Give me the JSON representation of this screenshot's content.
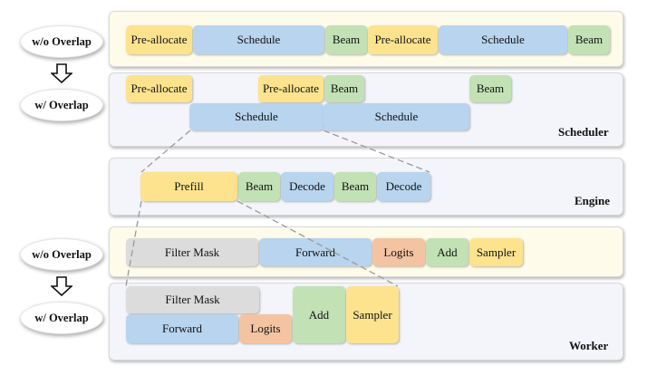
{
  "labels": {
    "without_overlap": "w/o Overlap",
    "with_overlap": "w/ Overlap",
    "scheduler": "Scheduler",
    "engine": "Engine",
    "worker": "Worker"
  },
  "scheduler_sequential": [
    "Pre-allocate",
    "Schedule",
    "Beam",
    "Pre-allocate",
    "Schedule",
    "Beam"
  ],
  "scheduler_overlap": {
    "pre_allocate_1": "Pre-allocate",
    "pre_allocate_2": "Pre-allocate",
    "beam_1": "Beam",
    "beam_2": "Beam",
    "schedule_1": "Schedule",
    "schedule_2": "Schedule"
  },
  "engine": [
    "Prefill",
    "Beam",
    "Decode",
    "Beam",
    "Decode"
  ],
  "worker_sequential": [
    "Filter Mask",
    "Forward",
    "Logits",
    "Add",
    "Sampler"
  ],
  "worker_overlap": {
    "filter_mask": "Filter Mask",
    "forward": "Forward",
    "logits": "Logits",
    "add": "Add",
    "sampler": "Sampler"
  },
  "colors": {
    "pre_allocate": "#fde38e",
    "schedule": "#b8d4ee",
    "beam": "#c2e1b5",
    "logits": "#f4c4a2",
    "filter_mask": "#dcdcdc"
  }
}
